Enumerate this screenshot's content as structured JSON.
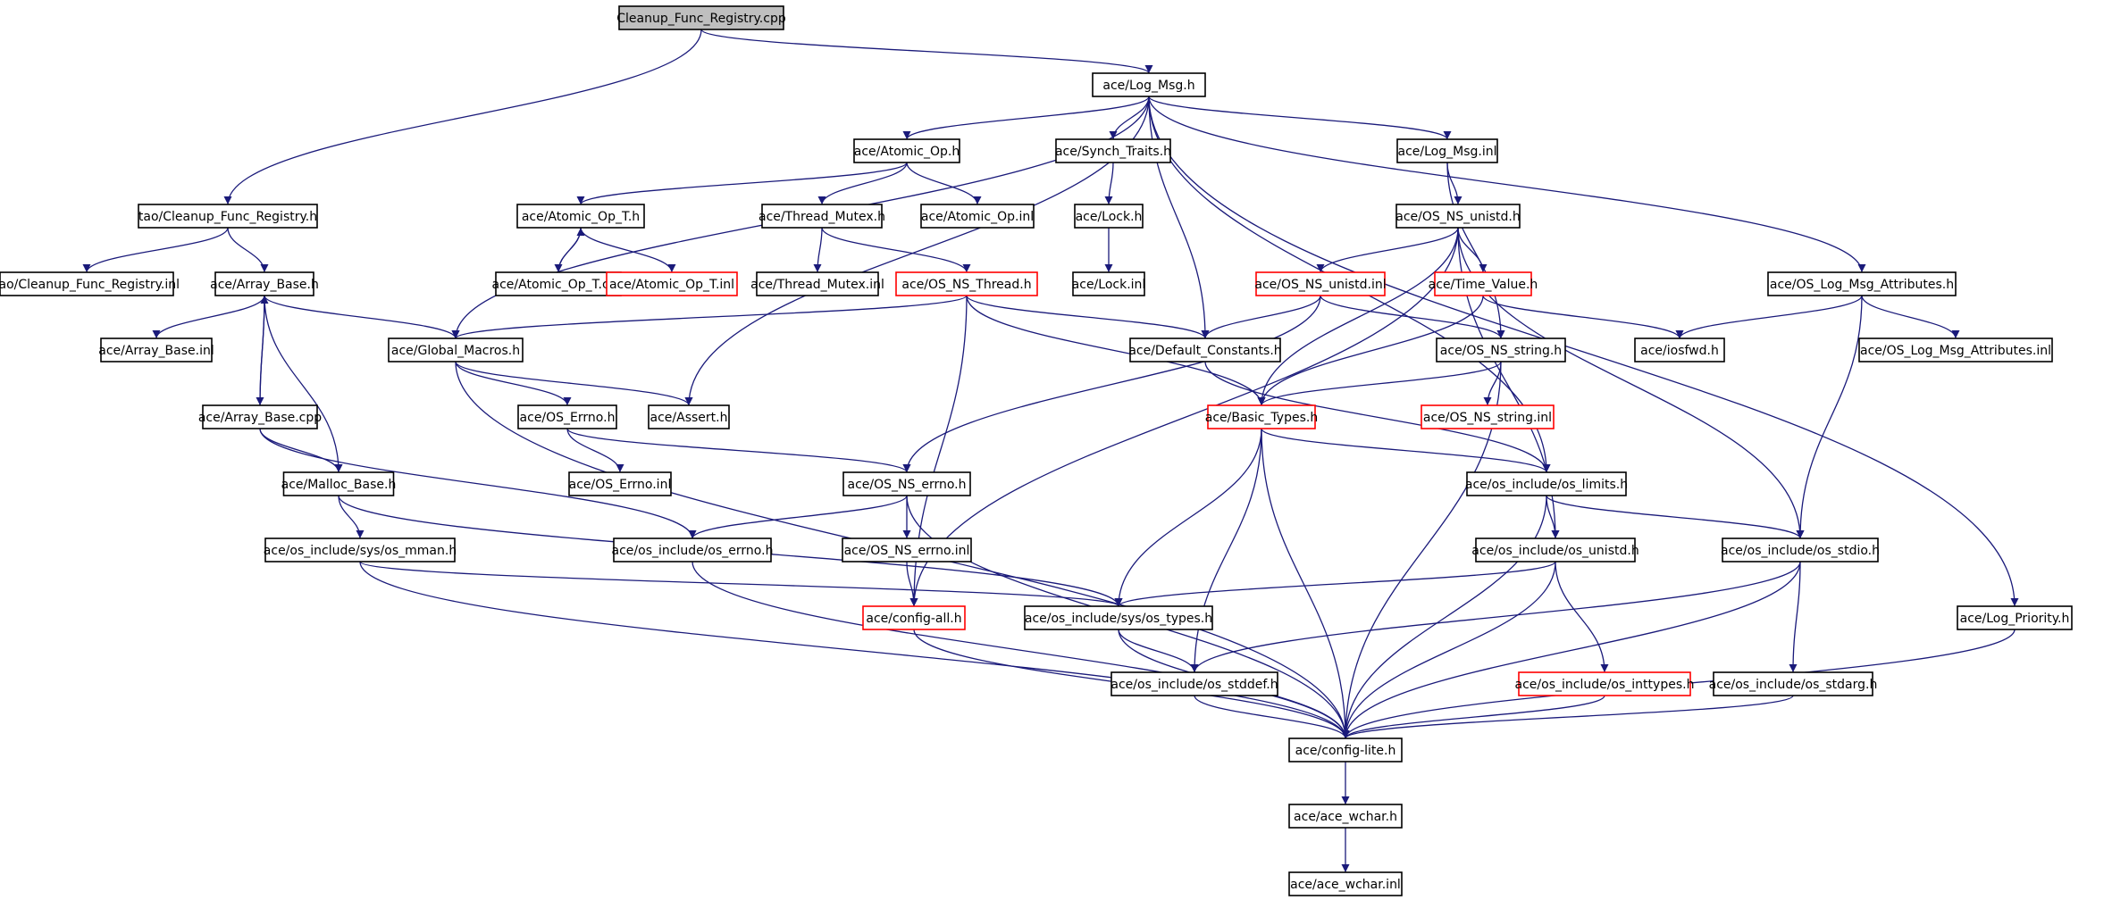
{
  "graph": {
    "nodes": [
      {
        "id": "root",
        "label": "Cleanup_Func_Registry.cpp",
        "style": "root"
      },
      {
        "id": "logmsg",
        "label": "ace/Log_Msg.h"
      },
      {
        "id": "tao_h",
        "label": "tao/Cleanup_Func_Registry.h"
      },
      {
        "id": "tao_inl",
        "label": "tao/Cleanup_Func_Registry.inl"
      },
      {
        "id": "arrbase_h",
        "label": "ace/Array_Base.h"
      },
      {
        "id": "arrbase_inl",
        "label": "ace/Array_Base.inl"
      },
      {
        "id": "arrbase_cpp",
        "label": "ace/Array_Base.cpp"
      },
      {
        "id": "malloc",
        "label": "ace/Malloc_Base.h"
      },
      {
        "id": "osmman",
        "label": "ace/os_include/sys/os_mman.h"
      },
      {
        "id": "atomic",
        "label": "ace/Atomic_Op.h"
      },
      {
        "id": "atomicT",
        "label": "ace/Atomic_Op_T.h"
      },
      {
        "id": "atomicTcpp",
        "label": "ace/Atomic_Op_T.cpp"
      },
      {
        "id": "atomicTinl",
        "label": "ace/Atomic_Op_T.inl",
        "style": "red"
      },
      {
        "id": "thrmutex",
        "label": "ace/Thread_Mutex.h"
      },
      {
        "id": "thrmutexinl",
        "label": "ace/Thread_Mutex.inl"
      },
      {
        "id": "osthread",
        "label": "ace/OS_NS_Thread.h",
        "style": "red"
      },
      {
        "id": "atomicinl",
        "label": "ace/Atomic_Op.inl"
      },
      {
        "id": "synch",
        "label": "ace/Synch_Traits.h"
      },
      {
        "id": "lock",
        "label": "ace/Lock.h"
      },
      {
        "id": "lockinl",
        "label": "ace/Lock.inl"
      },
      {
        "id": "globmac",
        "label": "ace/Global_Macros.h"
      },
      {
        "id": "assert",
        "label": "ace/Assert.h"
      },
      {
        "id": "oserrno",
        "label": "ace/OS_Errno.h"
      },
      {
        "id": "oserrnoinl",
        "label": "ace/OS_Errno.inl"
      },
      {
        "id": "nserrno",
        "label": "ace/OS_NS_errno.h"
      },
      {
        "id": "nserrnoinl",
        "label": "ace/OS_NS_errno.inl"
      },
      {
        "id": "oserrnoh",
        "label": "ace/os_include/os_errno.h"
      },
      {
        "id": "configall",
        "label": "ace/config-all.h",
        "style": "red"
      },
      {
        "id": "logmsginl",
        "label": "ace/Log_Msg.inl"
      },
      {
        "id": "unistd",
        "label": "ace/OS_NS_unistd.h"
      },
      {
        "id": "unistdinl",
        "label": "ace/OS_NS_unistd.inl",
        "style": "red"
      },
      {
        "id": "timeval",
        "label": "ace/Time_Value.h",
        "style": "red"
      },
      {
        "id": "defconst",
        "label": "ace/Default_Constants.h"
      },
      {
        "id": "nsstring",
        "label": "ace/OS_NS_string.h"
      },
      {
        "id": "nsstringinl",
        "label": "ace/OS_NS_string.inl",
        "style": "red"
      },
      {
        "id": "basic",
        "label": "ace/Basic_Types.h",
        "style": "red"
      },
      {
        "id": "iosfwd",
        "label": "ace/iosfwd.h"
      },
      {
        "id": "logattr",
        "label": "ace/OS_Log_Msg_Attributes.h"
      },
      {
        "id": "logattrinl",
        "label": "ace/OS_Log_Msg_Attributes.inl"
      },
      {
        "id": "limits",
        "label": "ace/os_include/os_limits.h"
      },
      {
        "id": "osunistd",
        "label": "ace/os_include/os_unistd.h"
      },
      {
        "id": "osstdio",
        "label": "ace/os_include/os_stdio.h"
      },
      {
        "id": "systypes",
        "label": "ace/os_include/sys/os_types.h"
      },
      {
        "id": "stddef",
        "label": "ace/os_include/os_stddef.h"
      },
      {
        "id": "inttypes",
        "label": "ace/os_include/os_inttypes.h",
        "style": "red"
      },
      {
        "id": "stdarg",
        "label": "ace/os_include/os_stdarg.h"
      },
      {
        "id": "logprio",
        "label": "ace/Log_Priority.h"
      },
      {
        "id": "cfglite",
        "label": "ace/config-lite.h"
      },
      {
        "id": "wchar",
        "label": "ace/ace_wchar.h"
      },
      {
        "id": "wcharinl",
        "label": "ace/ace_wchar.inl"
      }
    ],
    "edges": [
      [
        "root",
        "logmsg"
      ],
      [
        "root",
        "tao_h"
      ],
      [
        "tao_h",
        "tao_inl"
      ],
      [
        "tao_h",
        "arrbase_h"
      ],
      [
        "arrbase_h",
        "arrbase_inl"
      ],
      [
        "arrbase_h",
        "arrbase_cpp"
      ],
      [
        "arrbase_cpp",
        "arrbase_h"
      ],
      [
        "arrbase_h",
        "globmac"
      ],
      [
        "arrbase_h",
        "malloc"
      ],
      [
        "arrbase_cpp",
        "malloc"
      ],
      [
        "arrbase_cpp",
        "oserrnoh"
      ],
      [
        "malloc",
        "osmman"
      ],
      [
        "malloc",
        "systypes"
      ],
      [
        "osmman",
        "systypes"
      ],
      [
        "osmman",
        "cfglite"
      ],
      [
        "logmsg",
        "atomic"
      ],
      [
        "logmsg",
        "synch"
      ],
      [
        "logmsg",
        "logmsginl"
      ],
      [
        "logmsg",
        "globmac"
      ],
      [
        "logmsg",
        "assert"
      ],
      [
        "logmsg",
        "defconst"
      ],
      [
        "logmsg",
        "limits"
      ],
      [
        "logmsg",
        "logattr"
      ],
      [
        "logmsg",
        "logprio"
      ],
      [
        "atomic",
        "atomicT"
      ],
      [
        "atomic",
        "thrmutex"
      ],
      [
        "atomic",
        "atomicinl"
      ],
      [
        "atomicT",
        "atomicTcpp"
      ],
      [
        "atomicTcpp",
        "atomicT"
      ],
      [
        "atomicT",
        "atomicTinl"
      ],
      [
        "thrmutex",
        "thrmutexinl"
      ],
      [
        "thrmutex",
        "osthread"
      ],
      [
        "osthread",
        "globmac"
      ],
      [
        "osthread",
        "defconst"
      ],
      [
        "osthread",
        "basic"
      ],
      [
        "osthread",
        "configall"
      ],
      [
        "synch",
        "lock"
      ],
      [
        "lock",
        "lockinl"
      ],
      [
        "globmac",
        "assert"
      ],
      [
        "globmac",
        "oserrno"
      ],
      [
        "globmac",
        "cfglite"
      ],
      [
        "oserrno",
        "oserrnoinl"
      ],
      [
        "oserrno",
        "nserrno"
      ],
      [
        "nserrno",
        "oserrnoh"
      ],
      [
        "nserrno",
        "nserrnoinl"
      ],
      [
        "nserrno",
        "cfglite"
      ],
      [
        "nserrnoinl",
        "configall"
      ],
      [
        "oserrnoh",
        "cfglite"
      ],
      [
        "configall",
        "cfglite"
      ],
      [
        "logmsginl",
        "unistd"
      ],
      [
        "logmsginl",
        "nsstring"
      ],
      [
        "unistd",
        "unistdinl"
      ],
      [
        "unistd",
        "timeval"
      ],
      [
        "unistd",
        "basic"
      ],
      [
        "unistd",
        "configall"
      ],
      [
        "unistd",
        "osunistd"
      ],
      [
        "unistd",
        "osstdio"
      ],
      [
        "unistdinl",
        "defconst"
      ],
      [
        "unistdinl",
        "nsstring"
      ],
      [
        "unistdinl",
        "nserrno"
      ],
      [
        "timeval",
        "basic"
      ],
      [
        "timeval",
        "iosfwd"
      ],
      [
        "defconst",
        "limits"
      ],
      [
        "nsstring",
        "basic"
      ],
      [
        "nsstring",
        "nsstringinl"
      ],
      [
        "nsstring",
        "cfglite"
      ],
      [
        "basic",
        "limits"
      ],
      [
        "basic",
        "systypes"
      ],
      [
        "basic",
        "stddef"
      ],
      [
        "basic",
        "cfglite"
      ],
      [
        "logattr",
        "iosfwd"
      ],
      [
        "logattr",
        "logattrinl"
      ],
      [
        "logattr",
        "osstdio"
      ],
      [
        "limits",
        "osunistd"
      ],
      [
        "limits",
        "osstdio"
      ],
      [
        "limits",
        "cfglite"
      ],
      [
        "osunistd",
        "systypes"
      ],
      [
        "osunistd",
        "inttypes"
      ],
      [
        "osunistd",
        "cfglite"
      ],
      [
        "osstdio",
        "stdarg"
      ],
      [
        "osstdio",
        "stddef"
      ],
      [
        "osstdio",
        "cfglite"
      ],
      [
        "systypes",
        "stddef"
      ],
      [
        "systypes",
        "cfglite"
      ],
      [
        "stddef",
        "cfglite"
      ],
      [
        "inttypes",
        "cfglite"
      ],
      [
        "stdarg",
        "cfglite"
      ],
      [
        "logprio",
        "cfglite"
      ],
      [
        "cfglite",
        "wchar"
      ],
      [
        "wchar",
        "wcharinl"
      ]
    ]
  }
}
